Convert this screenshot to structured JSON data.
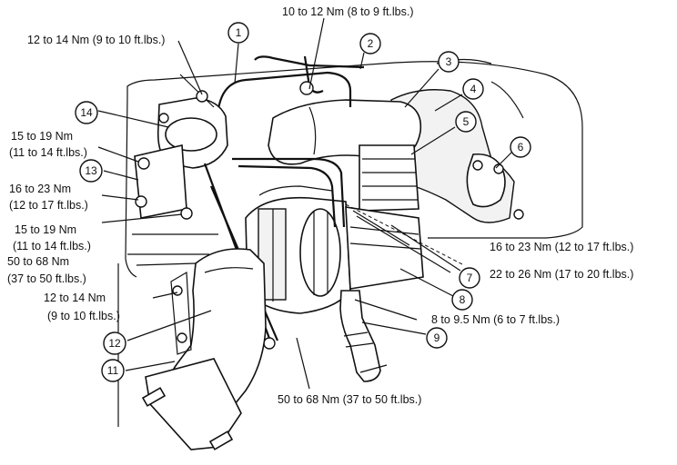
{
  "torque_labels": {
    "t1": "10 to 12 Nm (8 to 9 ft.lbs.)",
    "t2": "12 to 14 Nm (9 to 10 ft.lbs.)",
    "t3a": "15 to 19 Nm",
    "t3b": "(11 to 14 ft.lbs.)",
    "t4a": "16 to 23 Nm",
    "t4b": "(12 to 17 ft.lbs.)",
    "t5a": "15 to 19 Nm",
    "t5b": "(11 to 14 ft.lbs.)",
    "t6a": "50 to 68 Nm",
    "t6b": "(37 to 50 ft.lbs.)",
    "t7a": "12 to 14 Nm",
    "t7b": "(9 to 10 ft.lbs.)",
    "t8": "16 to 23 Nm (12 to 17 ft.lbs.)",
    "t9": "22 to 26 Nm (17 to 20 ft.lbs.)",
    "t10": "8 to 9.5 Nm (6 to 7 ft.lbs.)",
    "t11": "50 to 68 Nm (37 to 50 ft.lbs.)"
  },
  "callouts": [
    "1",
    "2",
    "3",
    "4",
    "5",
    "6",
    "7",
    "8",
    "9",
    "11",
    "12",
    "13",
    "14"
  ]
}
